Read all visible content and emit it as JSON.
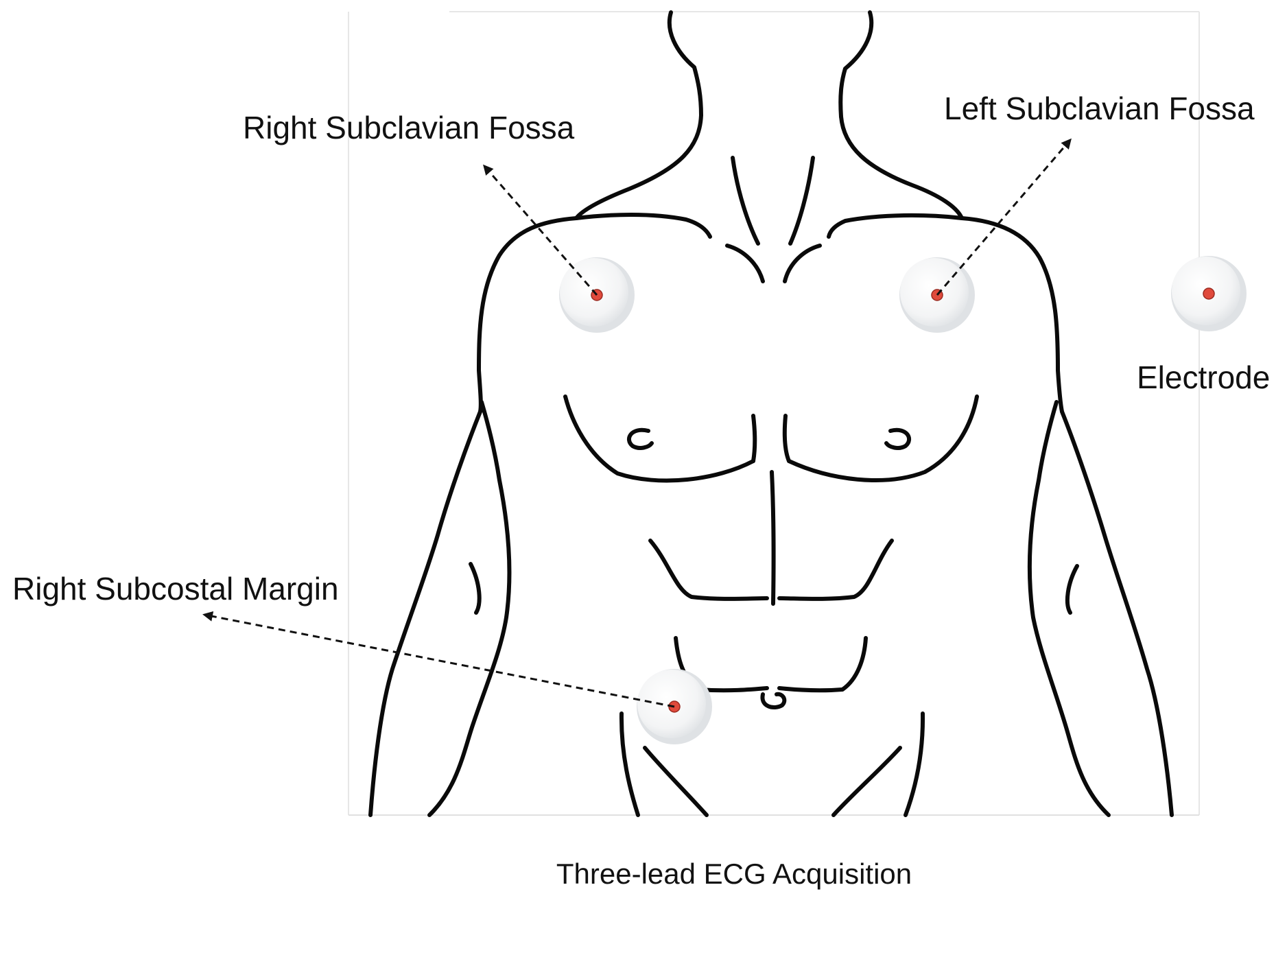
{
  "labels": {
    "right_subclavian": "Right Subclavian Fossa",
    "left_subclavian": "Left Subclavian Fossa",
    "right_subcostal": "Right Subcostal Margin",
    "electrode_legend": "Electrode"
  },
  "caption": "Three-lead ECG Acquisition",
  "colors": {
    "outline": "#0a0a0a",
    "electrode_fill": "#f4f5f6",
    "electrode_rim": "#d9dcdf",
    "electrode_dot": "#e04a3c"
  },
  "icons": {
    "electrode": "electrode-icon",
    "arrow": "arrowhead-icon"
  }
}
